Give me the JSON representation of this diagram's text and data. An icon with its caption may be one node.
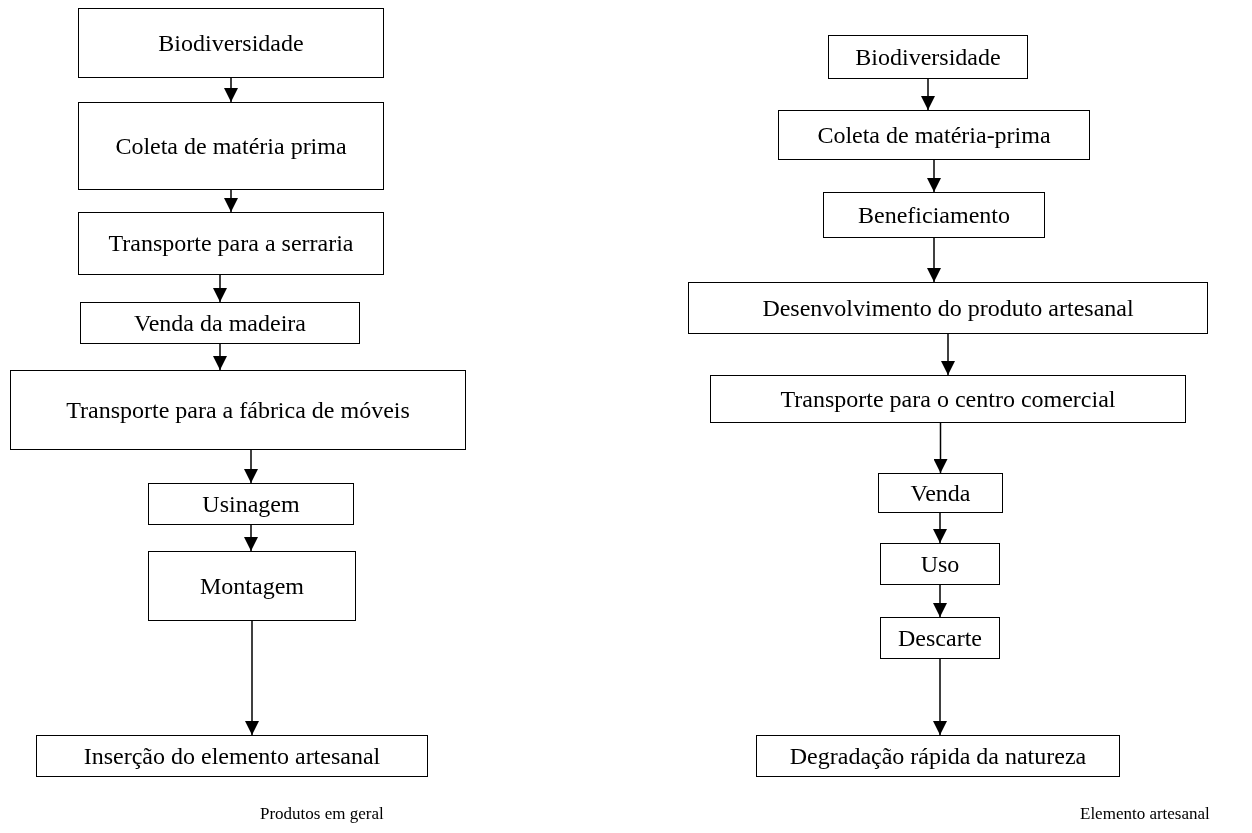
{
  "diagram": {
    "nodes": [
      {
        "text": [
          "Biodiversidade"
        ]
      },
      {
        "text": [
          "Coleta de matéria prima"
        ]
      },
      {
        "text": [
          "Transporte para a serraria"
        ]
      },
      {
        "text": [
          "Venda da madeira"
        ]
      },
      {
        "text": [
          "Transporte para a fábrica de móveis"
        ]
      },
      {
        "text": [
          "Usinagem"
        ]
      },
      {
        "text": [
          "Montagem"
        ]
      },
      {
        "text": [
          "Inserção do elemento artesanal"
        ]
      },
      {
        "text": [
          "Biodiversidade"
        ]
      },
      {
        "text": [
          "Coleta de matéria-prima"
        ]
      },
      {
        "text": [
          "Beneficiamento"
        ]
      },
      {
        "text": [
          "Desenvolvimento do produto artesanal"
        ]
      },
      {
        "text": [
          "Transporte para o centro comercial"
        ]
      },
      {
        "text": [
          "Venda"
        ]
      },
      {
        "text": [
          "Uso"
        ]
      },
      {
        "text": [
          "Descarte"
        ]
      },
      {
        "text": [
          "Degradação rápida da natureza"
        ]
      }
    ],
    "edges": [
      {
        "from": 0,
        "to": 1,
        "arrow": "to"
      },
      {
        "from": 1,
        "to": 2,
        "arrow": "to"
      },
      {
        "from": 2,
        "to": 3,
        "arrow": "to"
      },
      {
        "from": 3,
        "to": 4,
        "arrow": "to"
      },
      {
        "from": 4,
        "to": 5,
        "arrow": "to"
      },
      {
        "from": 5,
        "to": 6,
        "arrow": "to"
      },
      {
        "from": 6,
        "to": 7,
        "arrow": "to"
      },
      {
        "from": 8,
        "to": 9,
        "arrow": "to"
      },
      {
        "from": 9,
        "to": 10,
        "arrow": "to"
      },
      {
        "from": 10,
        "to": 11,
        "arrow": "to"
      },
      {
        "from": 11,
        "to": 12,
        "arrow": "to"
      },
      {
        "from": 12,
        "to": 13,
        "arrow": "to"
      },
      {
        "from": 13,
        "to": 14,
        "arrow": "to"
      },
      {
        "from": 14,
        "to": 15,
        "arrow": "to"
      },
      {
        "from": 15,
        "to": 16,
        "arrow": "to"
      }
    ],
    "labels": [
      "Produtos em geral",
      "Elemento artesanal"
    ]
  }
}
